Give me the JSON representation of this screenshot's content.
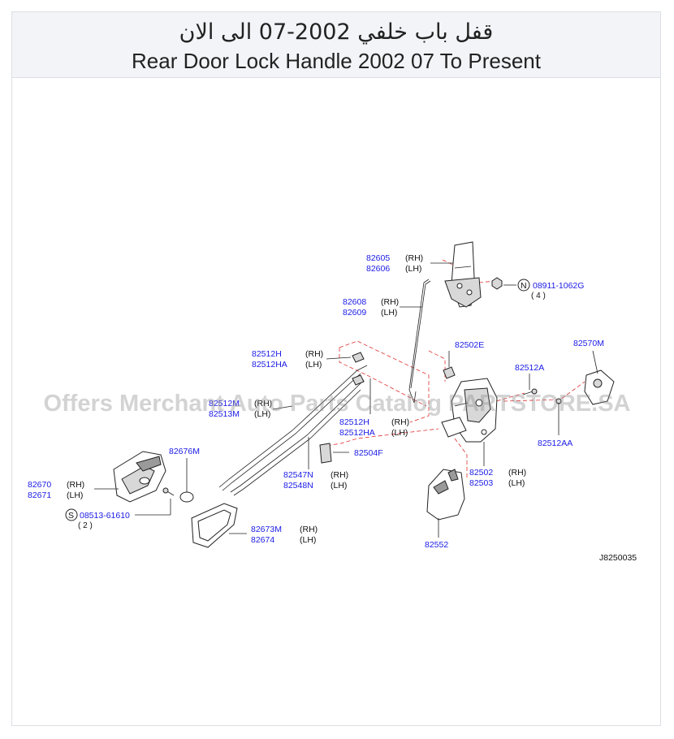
{
  "title": {
    "arabic": "قفل باب خلفي 2002-07 الى الان",
    "english": "Rear Door Lock Handle 2002 07 To Present"
  },
  "watermark": "Offers Merchant Auto Parts Catalog PARTSTORE.SA",
  "diagram_code": "J8250035",
  "colors": {
    "part_number": "#1a1ae6",
    "dash_line": "#e03030",
    "header_bg": "#f3f4f8"
  },
  "callouts": [
    {
      "part": "82605",
      "side": "(RH)"
    },
    {
      "part": "82606",
      "side": "(LH)"
    },
    {
      "part": "08911-1062G",
      "qty": "( 4 )",
      "symbol": "N"
    },
    {
      "part": "82608",
      "side": "(RH)"
    },
    {
      "part": "82609",
      "side": "(LH)"
    },
    {
      "part": "82502E"
    },
    {
      "part": "82570M"
    },
    {
      "part": "82512H",
      "side": "(RH)"
    },
    {
      "part": "82512HA",
      "side": "(LH)"
    },
    {
      "part": "82512A"
    },
    {
      "part": "82512M",
      "side": "(RH)"
    },
    {
      "part": "82513M",
      "side": "(LH)"
    },
    {
      "part": "82512H",
      "side": "(RH)"
    },
    {
      "part": "82512HA",
      "side": "(LH)"
    },
    {
      "part": "82512AA"
    },
    {
      "part": "82676M"
    },
    {
      "part": "82504F"
    },
    {
      "part": "82547N",
      "side": "(RH)"
    },
    {
      "part": "82548N",
      "side": "(LH)"
    },
    {
      "part": "82502",
      "side": "(RH)"
    },
    {
      "part": "82503",
      "side": "(LH)"
    },
    {
      "part": "82670",
      "side": "(RH)"
    },
    {
      "part": "82671",
      "side": "(LH)"
    },
    {
      "part": "08513-61610",
      "qty": "( 2 )",
      "symbol": "S"
    },
    {
      "part": "82673M",
      "side": "(RH)"
    },
    {
      "part": "82674",
      "side": "(LH)"
    },
    {
      "part": "82552"
    }
  ]
}
